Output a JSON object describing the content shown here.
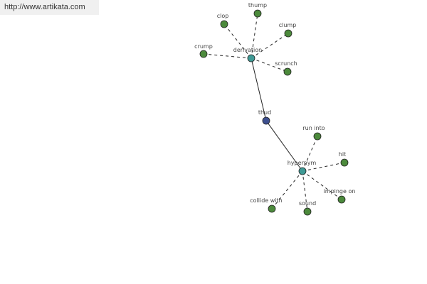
{
  "header": {
    "url": "http://www.artikata.com"
  },
  "graph": {
    "colors": {
      "root": "#3d4f8f",
      "hub": "#3f9a95",
      "leaf": "#4c8a3c",
      "edge": "#222222"
    },
    "nodes": [
      {
        "id": "thud",
        "label": "thud",
        "kind": "root"
      },
      {
        "id": "derivation",
        "label": "derivation",
        "kind": "hub"
      },
      {
        "id": "hypernym",
        "label": "hypernym",
        "kind": "hub"
      },
      {
        "id": "clop",
        "label": "clop",
        "kind": "leaf"
      },
      {
        "id": "thump",
        "label": "thump",
        "kind": "leaf"
      },
      {
        "id": "clump",
        "label": "clump",
        "kind": "leaf"
      },
      {
        "id": "crump",
        "label": "crump",
        "kind": "leaf"
      },
      {
        "id": "scrunch",
        "label": "scrunch",
        "kind": "leaf"
      },
      {
        "id": "run_into",
        "label": "run into",
        "kind": "leaf"
      },
      {
        "id": "hit",
        "label": "hit",
        "kind": "leaf"
      },
      {
        "id": "impinge_on",
        "label": "impinge on",
        "kind": "leaf"
      },
      {
        "id": "sound",
        "label": "sound",
        "kind": "leaf"
      },
      {
        "id": "collide_with",
        "label": "collide with",
        "kind": "leaf"
      }
    ],
    "edges": [
      {
        "from": "thud",
        "to": "derivation",
        "style": "solid"
      },
      {
        "from": "thud",
        "to": "hypernym",
        "style": "solid"
      },
      {
        "from": "derivation",
        "to": "clop",
        "style": "dashed"
      },
      {
        "from": "derivation",
        "to": "thump",
        "style": "dashed"
      },
      {
        "from": "derivation",
        "to": "clump",
        "style": "dashed"
      },
      {
        "from": "derivation",
        "to": "crump",
        "style": "dashed"
      },
      {
        "from": "derivation",
        "to": "scrunch",
        "style": "dashed"
      },
      {
        "from": "hypernym",
        "to": "run_into",
        "style": "dashed"
      },
      {
        "from": "hypernym",
        "to": "hit",
        "style": "dashed"
      },
      {
        "from": "hypernym",
        "to": "impinge_on",
        "style": "dashed"
      },
      {
        "from": "hypernym",
        "to": "sound",
        "style": "dashed"
      },
      {
        "from": "hypernym",
        "to": "collide_with",
        "style": "dashed"
      }
    ]
  }
}
